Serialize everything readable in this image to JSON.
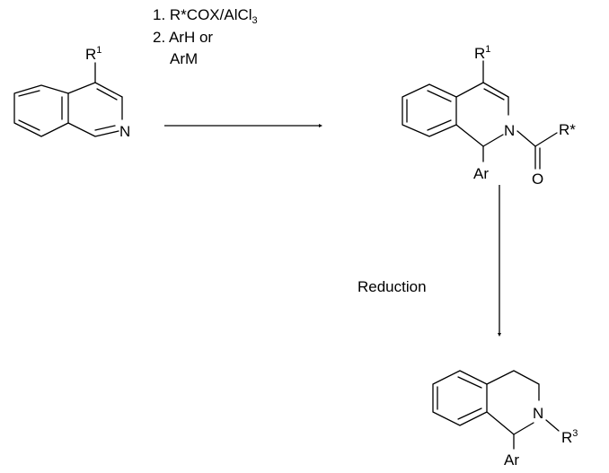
{
  "reagents": {
    "step1_prefix": "1. R*COX/AlCl",
    "step1_subscript": "3",
    "step2_line1": "2. ArH or",
    "step2_line2": "ArM"
  },
  "condition_reduction": "Reduction",
  "start_material": {
    "substituent_base": "R",
    "substituent_sup": "1",
    "ring_atom": "N"
  },
  "intermediate": {
    "substituent_base": "R",
    "substituent_sup": "1",
    "ring_atom": "N",
    "acyl_group": "R*",
    "carbonyl_oxygen": "O",
    "aryl": "Ar"
  },
  "product": {
    "ring_atom": "N",
    "n_substituent_base": "R",
    "n_substituent_sup": "3",
    "aryl": "Ar"
  }
}
